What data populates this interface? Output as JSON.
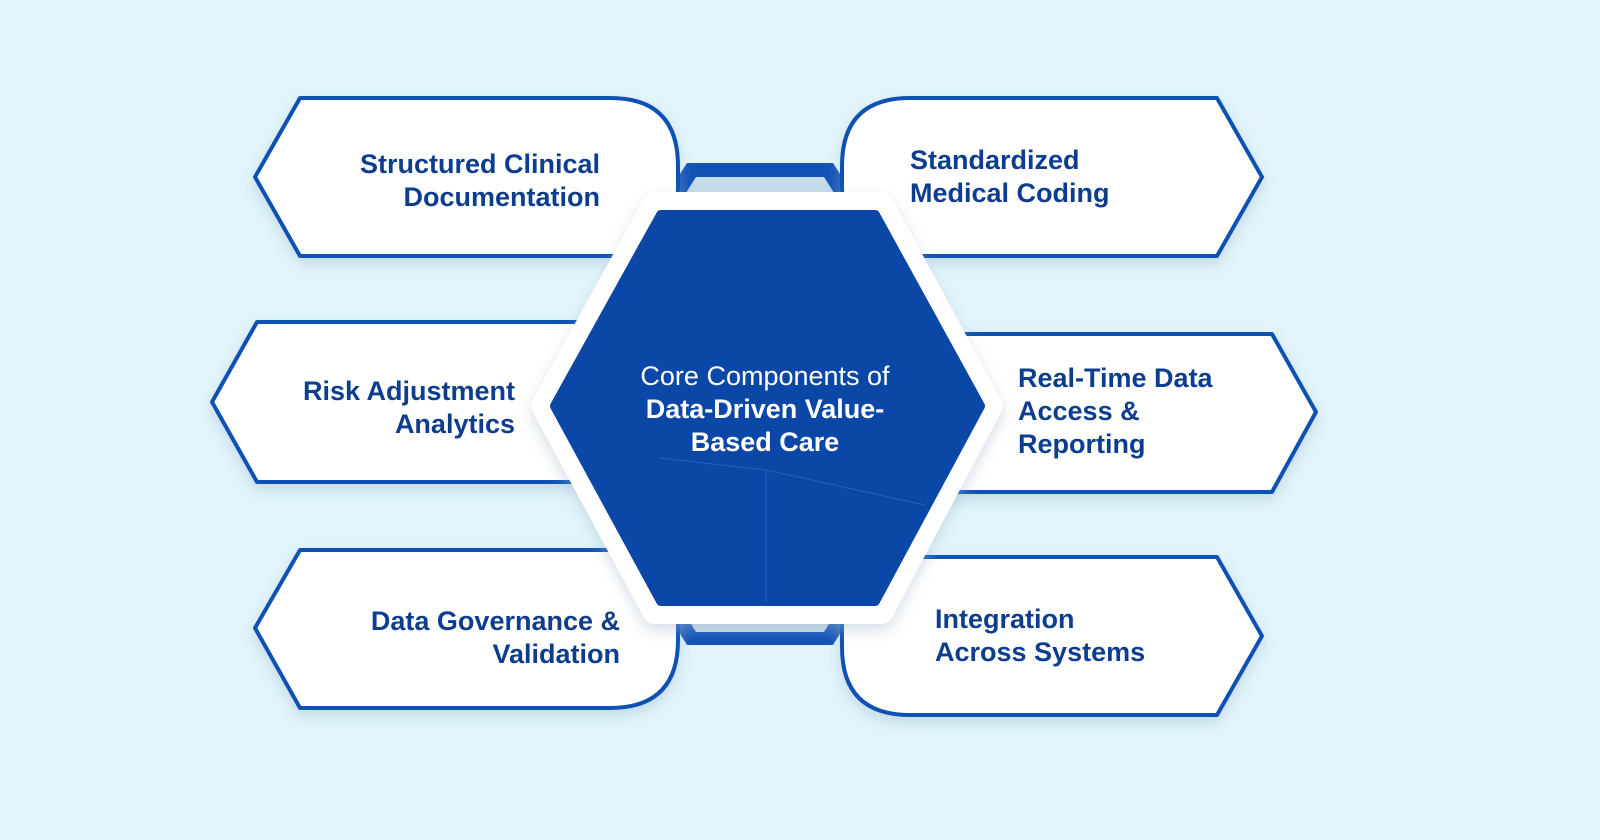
{
  "center": {
    "line1": "Core Components of",
    "line2": "Data-Driven Value-",
    "line3": "Based Care"
  },
  "components": {
    "top_left": {
      "line1": "Structured Clinical",
      "line2": "Documentation"
    },
    "mid_left": {
      "line1": "Risk Adjustment",
      "line2": "Analytics"
    },
    "bottom_left": {
      "line1": "Data Governance &",
      "line2": "Validation"
    },
    "top_right": {
      "line1": "Standardized",
      "line2": "Medical Coding"
    },
    "mid_right": {
      "line1": "Real-Time Data",
      "line2": "Access &",
      "line3": "Reporting"
    },
    "bottom_right": {
      "line1": "Integration",
      "line2": "Across Systems"
    }
  },
  "colors": {
    "background": "#e2f5fc",
    "accent_blue": "#0b47a6",
    "outline_blue": "#1151b5",
    "text_dark_blue": "#0d3d8f",
    "card_fill": "#ffffff"
  }
}
